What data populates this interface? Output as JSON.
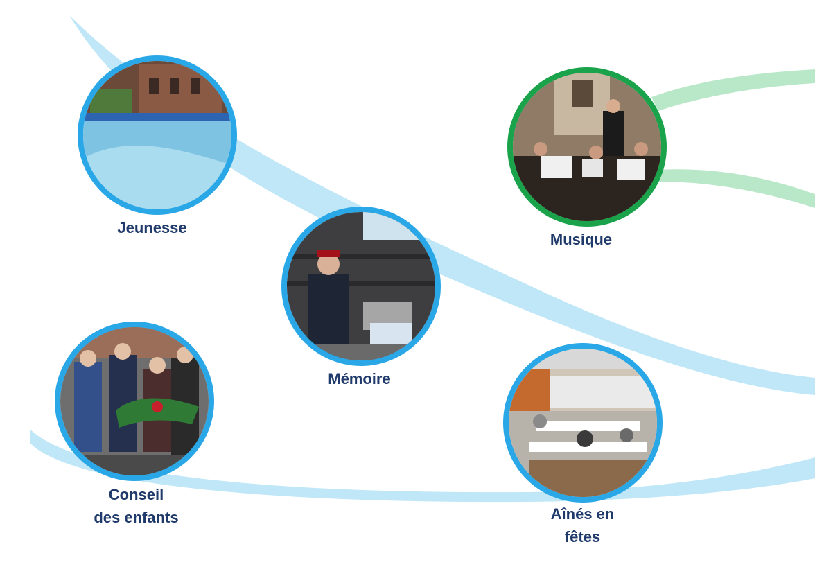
{
  "colors": {
    "ring_blue": "#2aa7e6",
    "ring_green": "#1aa34a",
    "swoosh_blue": "#bfe7f7",
    "swoosh_green": "#b9e8c9",
    "label_text": "#1f3a6b"
  },
  "tiles": {
    "jeunesse": {
      "title": "Jeunesse",
      "icon": "swimming-pool-photo",
      "ring_color": "#2aa7e6"
    },
    "memoire": {
      "title": "Mémoire",
      "icon": "veteran-memorial-photo",
      "ring_color": "#2aa7e6"
    },
    "musique": {
      "title": "Musique",
      "icon": "orchestra-concert-photo",
      "ring_color": "#1aa34a"
    },
    "conseil": {
      "title_line1": "Conseil",
      "title_line2": "des enfants",
      "icon": "children-ceremony-photo",
      "ring_color": "#2aa7e6"
    },
    "aines": {
      "title_line1": "Aînés en",
      "title_line2": "fêtes",
      "icon": "elders-banquet-photo",
      "ring_color": "#2aa7e6"
    }
  }
}
